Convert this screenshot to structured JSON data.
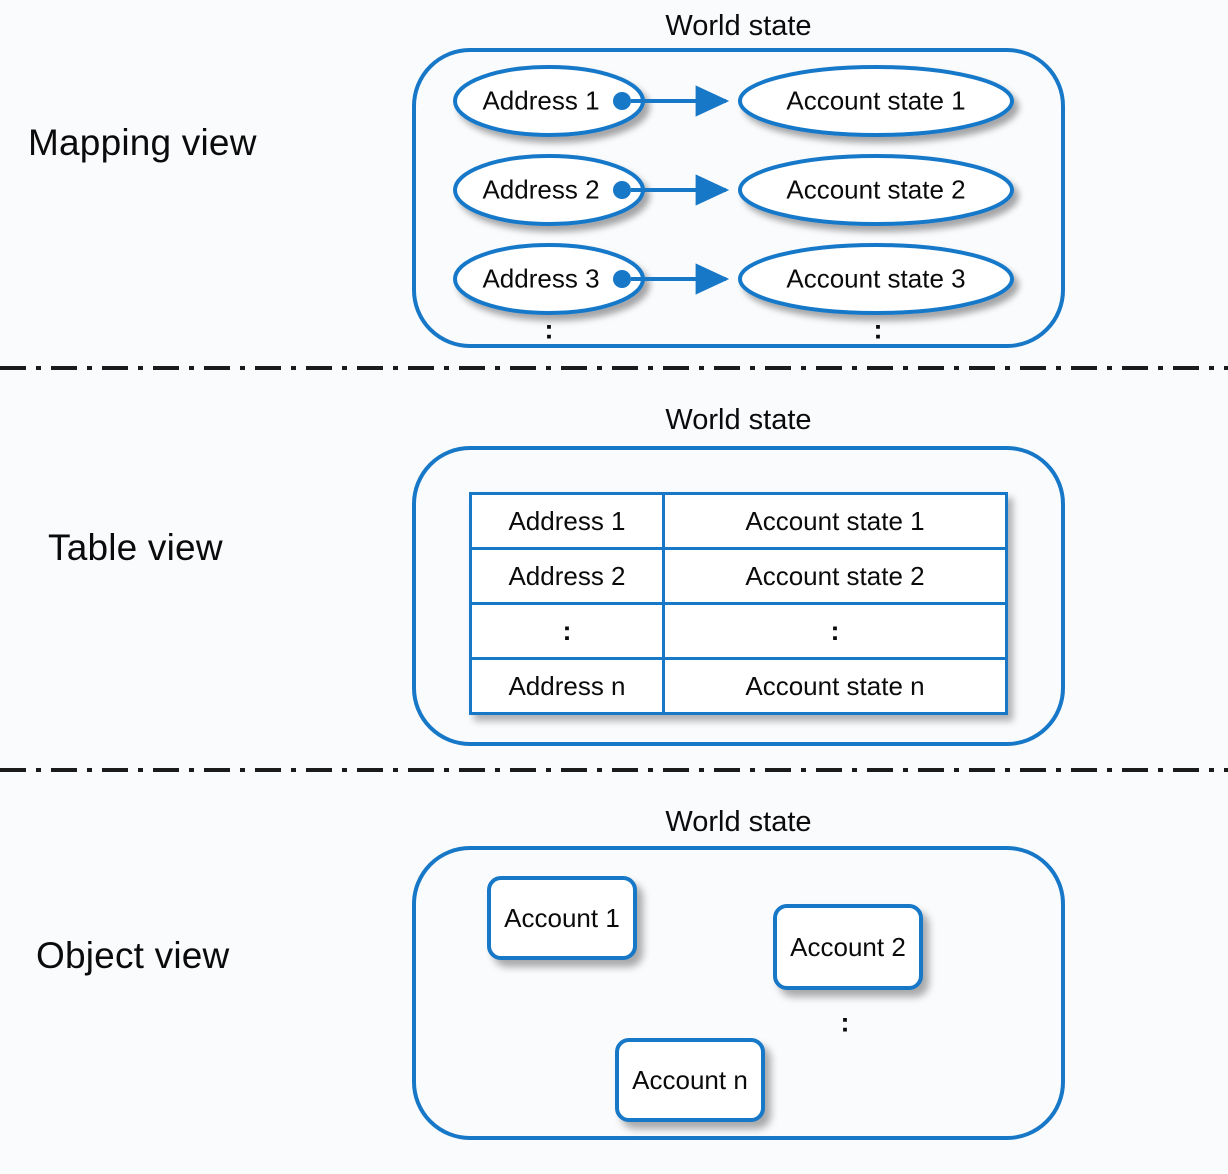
{
  "figure": {
    "background_color": "#fafbfd",
    "accent_color": "#1878c8",
    "text_color": "#0b0b0b",
    "ellipsis_glyph": ":"
  },
  "sections": [
    {
      "view_label": "Mapping view",
      "world_title": "World state",
      "mapping": {
        "keys": [
          "Address 1",
          "Address 2",
          "Address 3"
        ],
        "values": [
          "Account state 1",
          "Account state 2",
          "Account state 3"
        ],
        "key_more": ":",
        "value_more": ":"
      }
    },
    {
      "view_label": "Table view",
      "world_title": "World state",
      "table": {
        "rows": [
          {
            "key": "Address 1",
            "value": "Account state 1"
          },
          {
            "key": "Address 2",
            "value": "Account state 2"
          },
          {
            "key": ":",
            "value": ":"
          },
          {
            "key": "Address n",
            "value": "Account state n"
          }
        ]
      }
    },
    {
      "view_label": "Object view",
      "world_title": "World state",
      "objects": {
        "boxes": [
          "Account 1",
          "Account 2",
          "Account n"
        ],
        "more": ":"
      }
    }
  ]
}
